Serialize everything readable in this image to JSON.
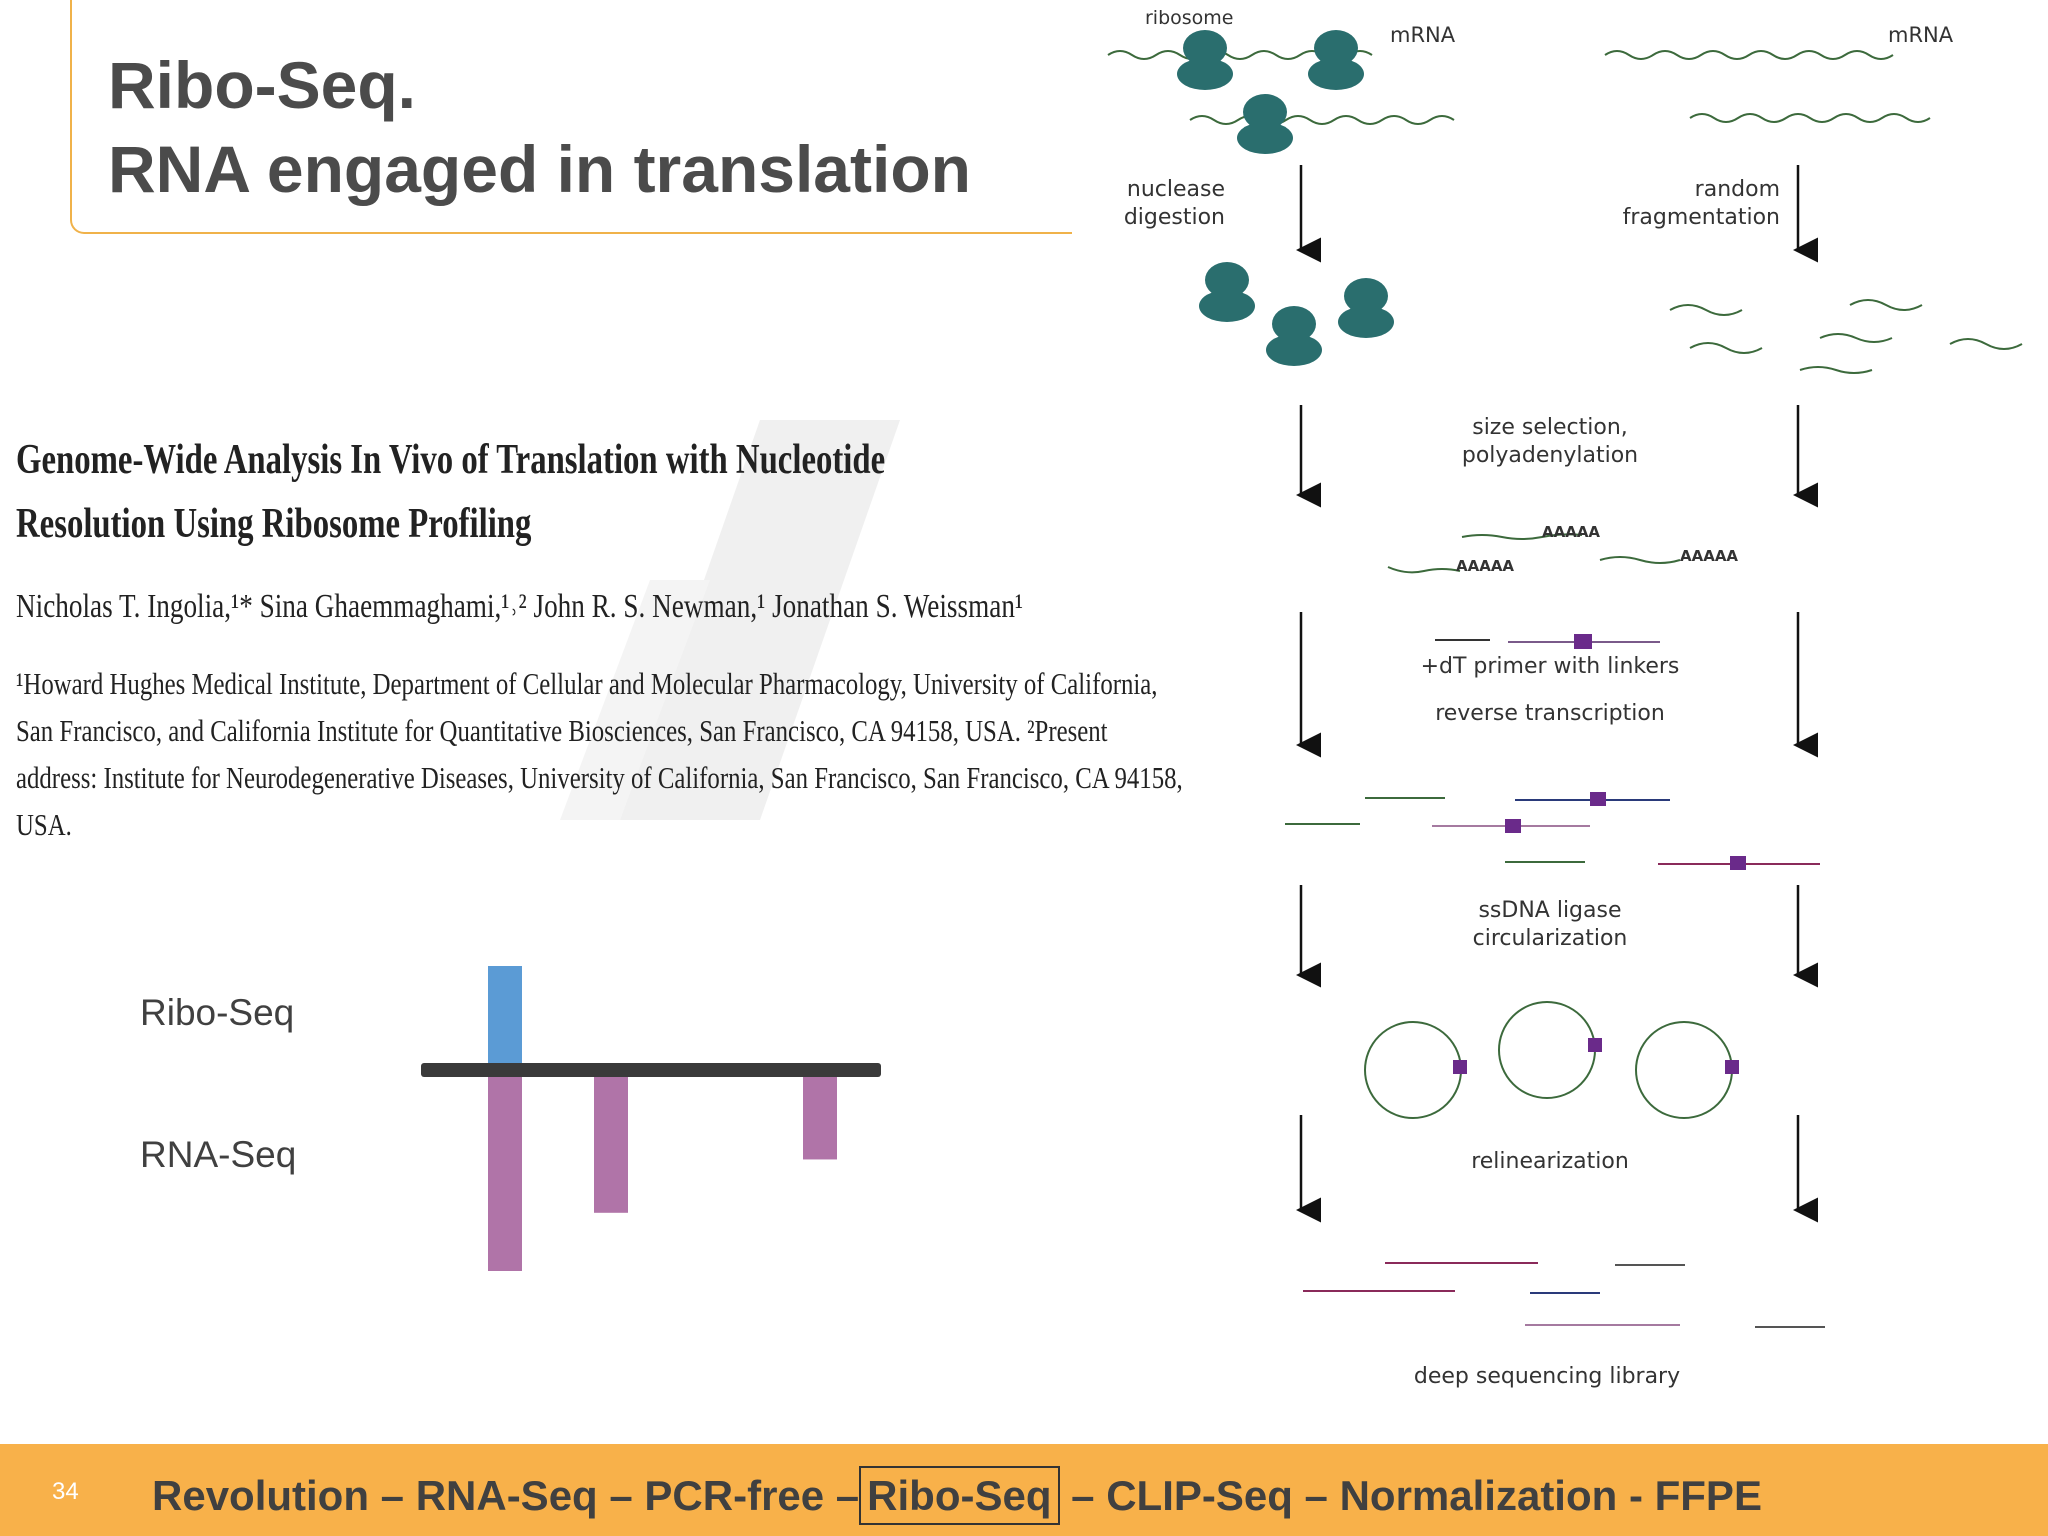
{
  "slide": {
    "title_line1": "Ribo-Seq.",
    "title_line2": "RNA engaged in translation",
    "page_number": "34",
    "accent_color": "#f8b14a"
  },
  "paper": {
    "title": "Genome-Wide Analysis In Vivo of Translation with Nucleotide Resolution Using Ribosome Profiling",
    "authors": "Nicholas T. Ingolia,¹* Sina Ghaemmaghami,¹˒² John R. S. Newman,¹ Jonathan S. Weissman¹",
    "affiliation": "¹Howard Hughes Medical Institute, Department of Cellular and Molecular Pharmacology, University of California, San Francisco, and California Institute for Quantitative Biosciences, San Francisco, CA 94158, USA. ²Present address: Institute for Neurodegenerative Diseases, University of California, San Francisco, San Francisco, CA 94158, USA."
  },
  "comparison": {
    "ribo_label": "Ribo-Seq",
    "rna_label": "RNA-Seq",
    "ribo_color": "#5b9bd5",
    "rna_color": "#b074a8",
    "ribo_values": [
      1,
      0,
      0
    ],
    "rna_values": [
      2,
      1.4,
      0.85
    ]
  },
  "diagram": {
    "ribosome": "ribosome",
    "mrna_left": "mRNA",
    "mrna_right": "mRNA",
    "nuclease_1": "nuclease",
    "nuclease_2": "digestion",
    "random_1": "random",
    "random_2": "fragmentation",
    "size_1": "size selection,",
    "size_2": "polyadenylation",
    "polya_1": "AAAAA",
    "polya_2": "AAAAA",
    "polya_3": "AAAAA",
    "primer": "+dT primer with linkers",
    "rt": "reverse transcription",
    "ligase_1": "ssDNA ligase",
    "ligase_2": "circularization",
    "relin": "relinearization",
    "library": "deep sequencing library",
    "ribosome_color": "#2a6e6e"
  },
  "footer": {
    "items": [
      "Revolution",
      "RNA-Seq",
      "PCR-free",
      "Ribo-Seq",
      "CLIP-Seq",
      "Normalization",
      "FFPE"
    ],
    "seps": [
      " – ",
      " – ",
      " –",
      " – ",
      " – ",
      " - "
    ],
    "active": "Ribo-Seq"
  }
}
